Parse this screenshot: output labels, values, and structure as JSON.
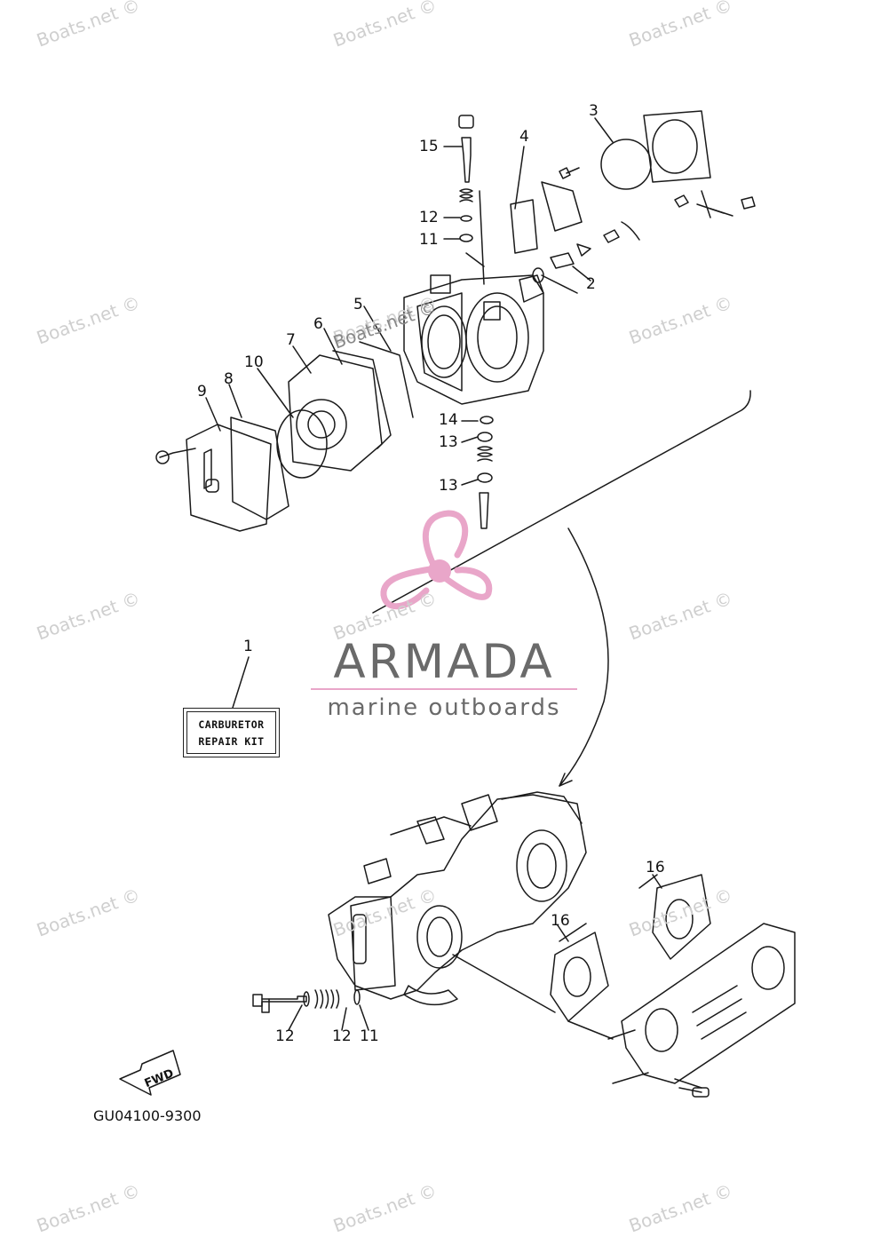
{
  "watermarks": [
    {
      "text": "Boats.net ©"
    },
    {
      "text": "Boats.net ©"
    },
    {
      "text": "Boats.net ©"
    },
    {
      "text": "Boats.net ©"
    },
    {
      "text": "Boats.net ©"
    },
    {
      "text": "Boats.net ©"
    },
    {
      "text": "Boats.net ©"
    },
    {
      "text": "Boats.net ©"
    },
    {
      "text": "Boats.net ©"
    },
    {
      "text": "Boats.net ©"
    },
    {
      "text": "Boats.net ©"
    },
    {
      "text": "Boats.net ©"
    },
    {
      "text": "Boats.net ©"
    },
    {
      "text": "Boats.net ©"
    },
    {
      "text": "Boats.net ©"
    },
    {
      "text": "Boats.net ©"
    }
  ],
  "callouts": [
    "15",
    "4",
    "3",
    "12",
    "11",
    "2",
    "5",
    "6",
    "7",
    "10",
    "8",
    "9",
    "14",
    "13",
    "13",
    "1",
    "16",
    "16",
    "12",
    "12",
    "11"
  ],
  "kit_label": {
    "line1": "CARBURETOR",
    "line2": "REPAIR KIT"
  },
  "brand": {
    "name": "ARMADA",
    "tagline": "marine outboards",
    "accent_color": "#e9a6c9",
    "text_color": "#6a6a6a"
  },
  "fwd_label": "FWD",
  "diagram_code": "GU04100-9300"
}
